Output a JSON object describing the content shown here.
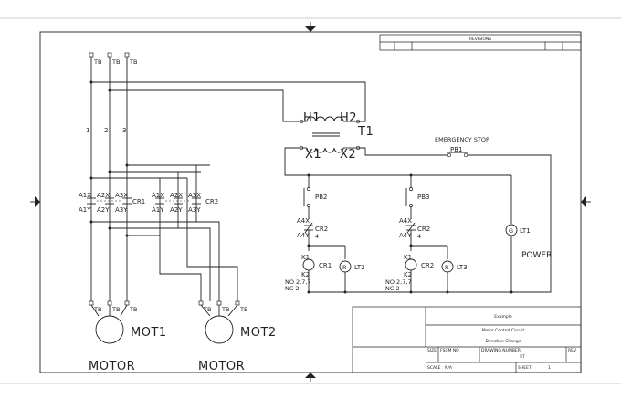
{
  "title_block": {
    "revisions": "REVISIONS",
    "company": "Example",
    "line1": "Motor Control Circuit",
    "line2": "Direction Change",
    "size_label": "SIZE",
    "fscm_label": "FSCM NO",
    "drawing_number_label": "DRAWING NUMBER",
    "drawing_number_value": "ST",
    "rev_label": "REV",
    "scale_label": "SCALE",
    "scale_value": "N/A",
    "sheet_label": "SHEET",
    "sheet_value": "1"
  },
  "terminals": {
    "tb": "TB"
  },
  "phases": [
    "1",
    "2",
    "3"
  ],
  "transformer": {
    "h1": "H1",
    "h2": "H2",
    "t1": "T1",
    "x1": "X1",
    "x2": "X2"
  },
  "relays": {
    "a1x": "A1X",
    "a2x": "A2X",
    "a3x": "A3X",
    "a1y": "A1Y",
    "a2y": "A2Y",
    "a3y": "A3Y",
    "cr1": "CR1",
    "cr2": "CR2"
  },
  "control": {
    "emergency_stop": "EMERGENCY STOP",
    "pb1": "PB1",
    "pb2": "PB2",
    "pb3": "PB3",
    "a4x": "A4X",
    "a4y": "A4Y",
    "four": "4",
    "k1": "K1",
    "k2": "K2",
    "lt1": "LT1",
    "lt2": "LT2",
    "lt3": "LT3",
    "lamp_letter": "R",
    "lamp_letter_g": "G",
    "power": "POWER",
    "no_contacts": "NO 2,7,7",
    "nc_contacts": "NC 2"
  },
  "motors": {
    "mot1": "MOT1",
    "mot2": "MOT2",
    "motor": "MOTOR"
  }
}
